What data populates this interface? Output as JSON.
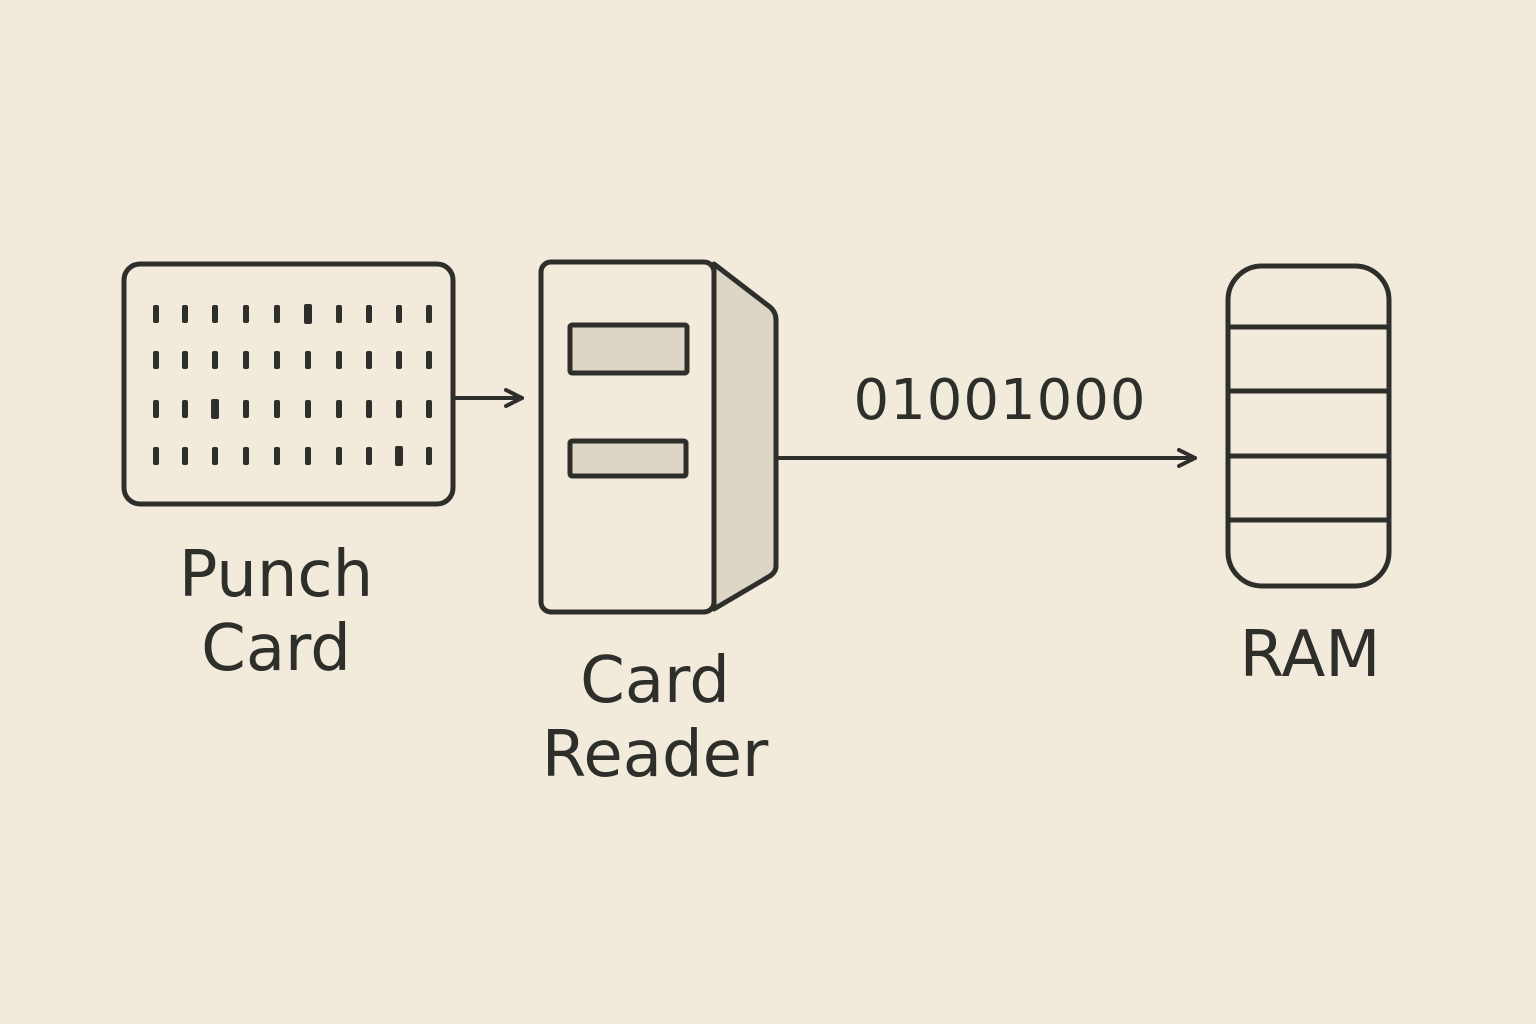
{
  "diagram": {
    "nodes": {
      "punch_card": {
        "line1": "Punch",
        "line2": "Card",
        "icon": "punch-card-icon"
      },
      "card_reader": {
        "line1": "Card",
        "line2": "Reader",
        "icon": "card-reader-icon"
      },
      "ram": {
        "label": "RAM",
        "icon": "ram-icon"
      }
    },
    "edges": [
      {
        "from": "punch_card",
        "to": "card_reader",
        "label": ""
      },
      {
        "from": "card_reader",
        "to": "ram",
        "label": "01001000"
      }
    ],
    "colors": {
      "background": "#f2ebdc",
      "stroke": "#2e2e2b",
      "fill_shade": "#ddd6c6"
    }
  }
}
